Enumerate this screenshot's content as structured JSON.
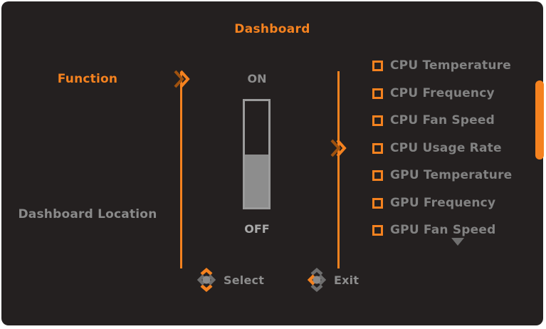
{
  "window": {
    "title": "Dashboard"
  },
  "colors": {
    "accent_orange": "#f5821f",
    "panel_bg": "#242020",
    "page_bg": "#ffffff",
    "text_gray": "#8a8a8a",
    "slider_border": "#9b9b9b",
    "slider_fill": "#8d8d8d"
  },
  "menu": {
    "items": [
      {
        "label": "Function",
        "selected": true
      },
      {
        "label": "Dashboard Location",
        "selected": false
      }
    ]
  },
  "function_toggle": {
    "on_label": "ON",
    "off_label": "OFF",
    "value": "OFF"
  },
  "options": {
    "items": [
      {
        "label": "CPU Temperature",
        "checked": false
      },
      {
        "label": "CPU Frequency",
        "checked": false
      },
      {
        "label": "CPU Fan Speed",
        "checked": false
      },
      {
        "label": "CPU Usage Rate",
        "checked": false
      },
      {
        "label": "GPU Temperature",
        "checked": false
      },
      {
        "label": "GPU Frequency",
        "checked": false
      },
      {
        "label": "GPU Fan Speed",
        "checked": false
      }
    ],
    "more_below_icon": "triangle-down"
  },
  "hints": {
    "select": {
      "label": "Select",
      "icon": "dpad",
      "arrow_colors": {
        "up": "#f5821f",
        "down": "#f5821f",
        "left": "#6e6e6e",
        "right": "#6e6e6e",
        "center": "#8a8a8a"
      }
    },
    "exit": {
      "label": "Exit",
      "icon": "dpad",
      "arrow_colors": {
        "up": "#6e6e6e",
        "down": "#6e6e6e",
        "left": "#f5821f",
        "right": "#6e6e6e",
        "center": "#8a8a8a"
      }
    }
  }
}
